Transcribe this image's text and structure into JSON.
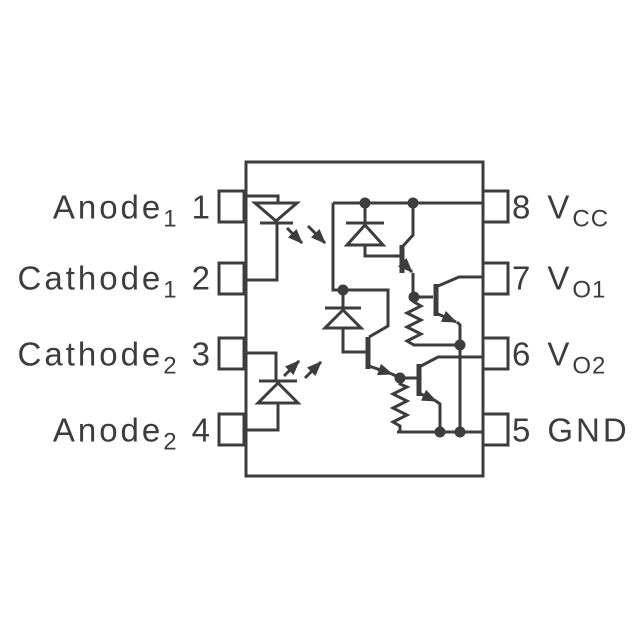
{
  "diagram": {
    "title": "dual-channel optocoupler internal schematic, 8-pin package",
    "colors": {
      "line": "#3d3d3d",
      "background": "#ffffff"
    },
    "pins": {
      "left": [
        {
          "number": "1",
          "name": "Anode",
          "subscript": "1"
        },
        {
          "number": "2",
          "name": "Cathode",
          "subscript": "1"
        },
        {
          "number": "3",
          "name": "Cathode",
          "subscript": "2"
        },
        {
          "number": "4",
          "name": "Anode",
          "subscript": "2"
        }
      ],
      "right": [
        {
          "number": "8",
          "name": "V",
          "subscript": "CC"
        },
        {
          "number": "7",
          "name": "V",
          "subscript": "O1"
        },
        {
          "number": "6",
          "name": "V",
          "subscript": "O2"
        },
        {
          "number": "5",
          "name": "GND",
          "subscript": ""
        }
      ]
    },
    "components": [
      "led-channel-1",
      "led-channel-2",
      "photodiode-channel-1",
      "photodiode-channel-2",
      "transistor-q1",
      "transistor-q2",
      "transistor-q3",
      "transistor-q4",
      "resistor-channel-1",
      "resistor-channel-2",
      "light-emission-arrows-channel-1",
      "light-emission-arrows-channel-2"
    ]
  }
}
